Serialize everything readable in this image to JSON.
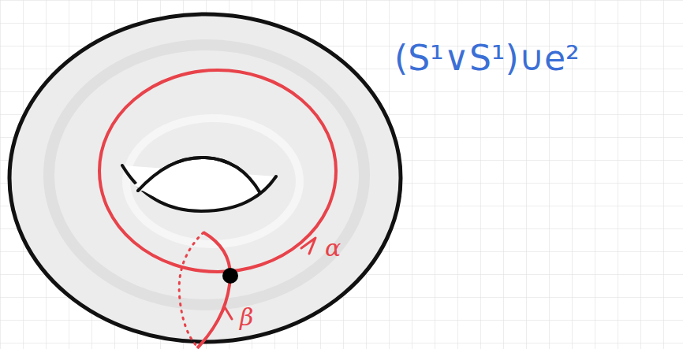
{
  "diagram": {
    "labels": [
      "(S¹∨S¹)∪e²",
      "α",
      "β"
    ]
  }
}
